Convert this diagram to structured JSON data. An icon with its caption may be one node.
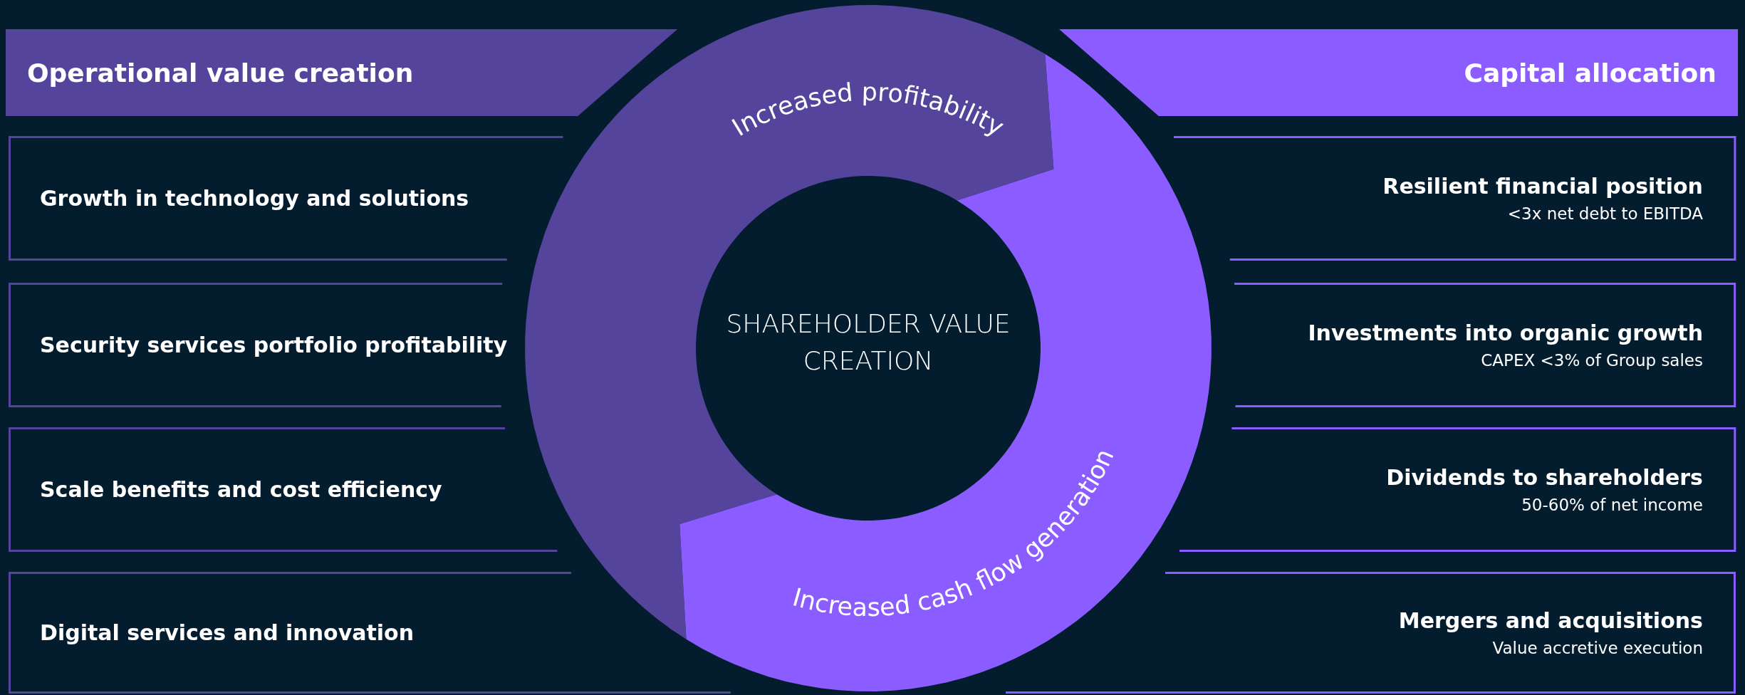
{
  "diagram": {
    "nodes": [
      {
        "text": [
          "Operational value creation"
        ]
      },
      {
        "text": [
          "Capital allocation"
        ]
      },
      {
        "text": [
          "Growth in technology and solutions"
        ]
      },
      {
        "text": [
          "Security services portfolio profitability"
        ]
      },
      {
        "text": [
          "Scale benefits and cost efficiency"
        ]
      },
      {
        "text": [
          "Digital services and innovation"
        ]
      },
      {
        "text": [
          "Increased profitability"
        ]
      },
      {
        "text": [
          "Increased cash flow generation"
        ]
      },
      {
        "text": [
          "SHAREHOLDER VALUE CREATION"
        ]
      },
      {
        "text": [
          "Resilient financial position",
          "<3x net debt to EBITDA"
        ]
      },
      {
        "text": [
          "Investments into organic growth",
          "CAPEX <3% of Group sales"
        ]
      },
      {
        "text": [
          "Dividends to shareholders",
          "50-60% of net income"
        ]
      },
      {
        "text": [
          "Mergers and acquisitions",
          "Value accretive execution"
        ]
      }
    ]
  }
}
